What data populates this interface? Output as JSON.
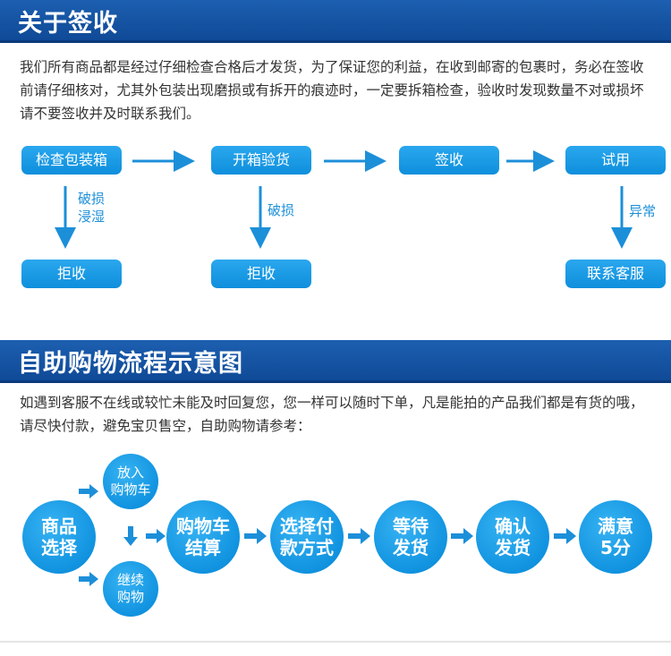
{
  "section1": {
    "title": "关于签收",
    "paragraph": "我们所有商品都是经过仔细检查合格后才发货，为了保证您的利益，在收到邮寄的包裹时，务必在签收前请仔细核对，尤其外包装出现磨损或有拆开的痕迹时，一定要拆箱检查，验收时发现数量不对或损坏请不要签收并及时联系我们。",
    "steps": [
      "检查包装箱",
      "开箱验货",
      "签收",
      "试用"
    ],
    "outcomes": [
      "拒收",
      "拒收",
      "联系客服"
    ],
    "conditions": [
      "破损\n浸湿",
      "破损",
      "异常"
    ]
  },
  "section2": {
    "title": "自助购物流程示意图",
    "paragraph": "如遇到客服不在线或较忙未能及时回复您，您一样可以随时下单，凡是能拍的产品我们都是有货的哦，请尽快付款，避免宝贝售空，自助购物请参考：",
    "start": [
      "商品",
      "选择"
    ],
    "branch_top": [
      "放入",
      "购物车"
    ],
    "branch_bottom": [
      "继续",
      "购物"
    ],
    "steps": [
      [
        "购物车",
        "结算"
      ],
      [
        "选择付",
        "款方式"
      ],
      [
        "等待",
        "发货"
      ],
      [
        "确认",
        "发货"
      ],
      [
        "满意",
        "5分"
      ]
    ]
  },
  "colors": {
    "banner": "#0f4a97",
    "accent": "#1193e0",
    "label": "#1c8fd9"
  }
}
